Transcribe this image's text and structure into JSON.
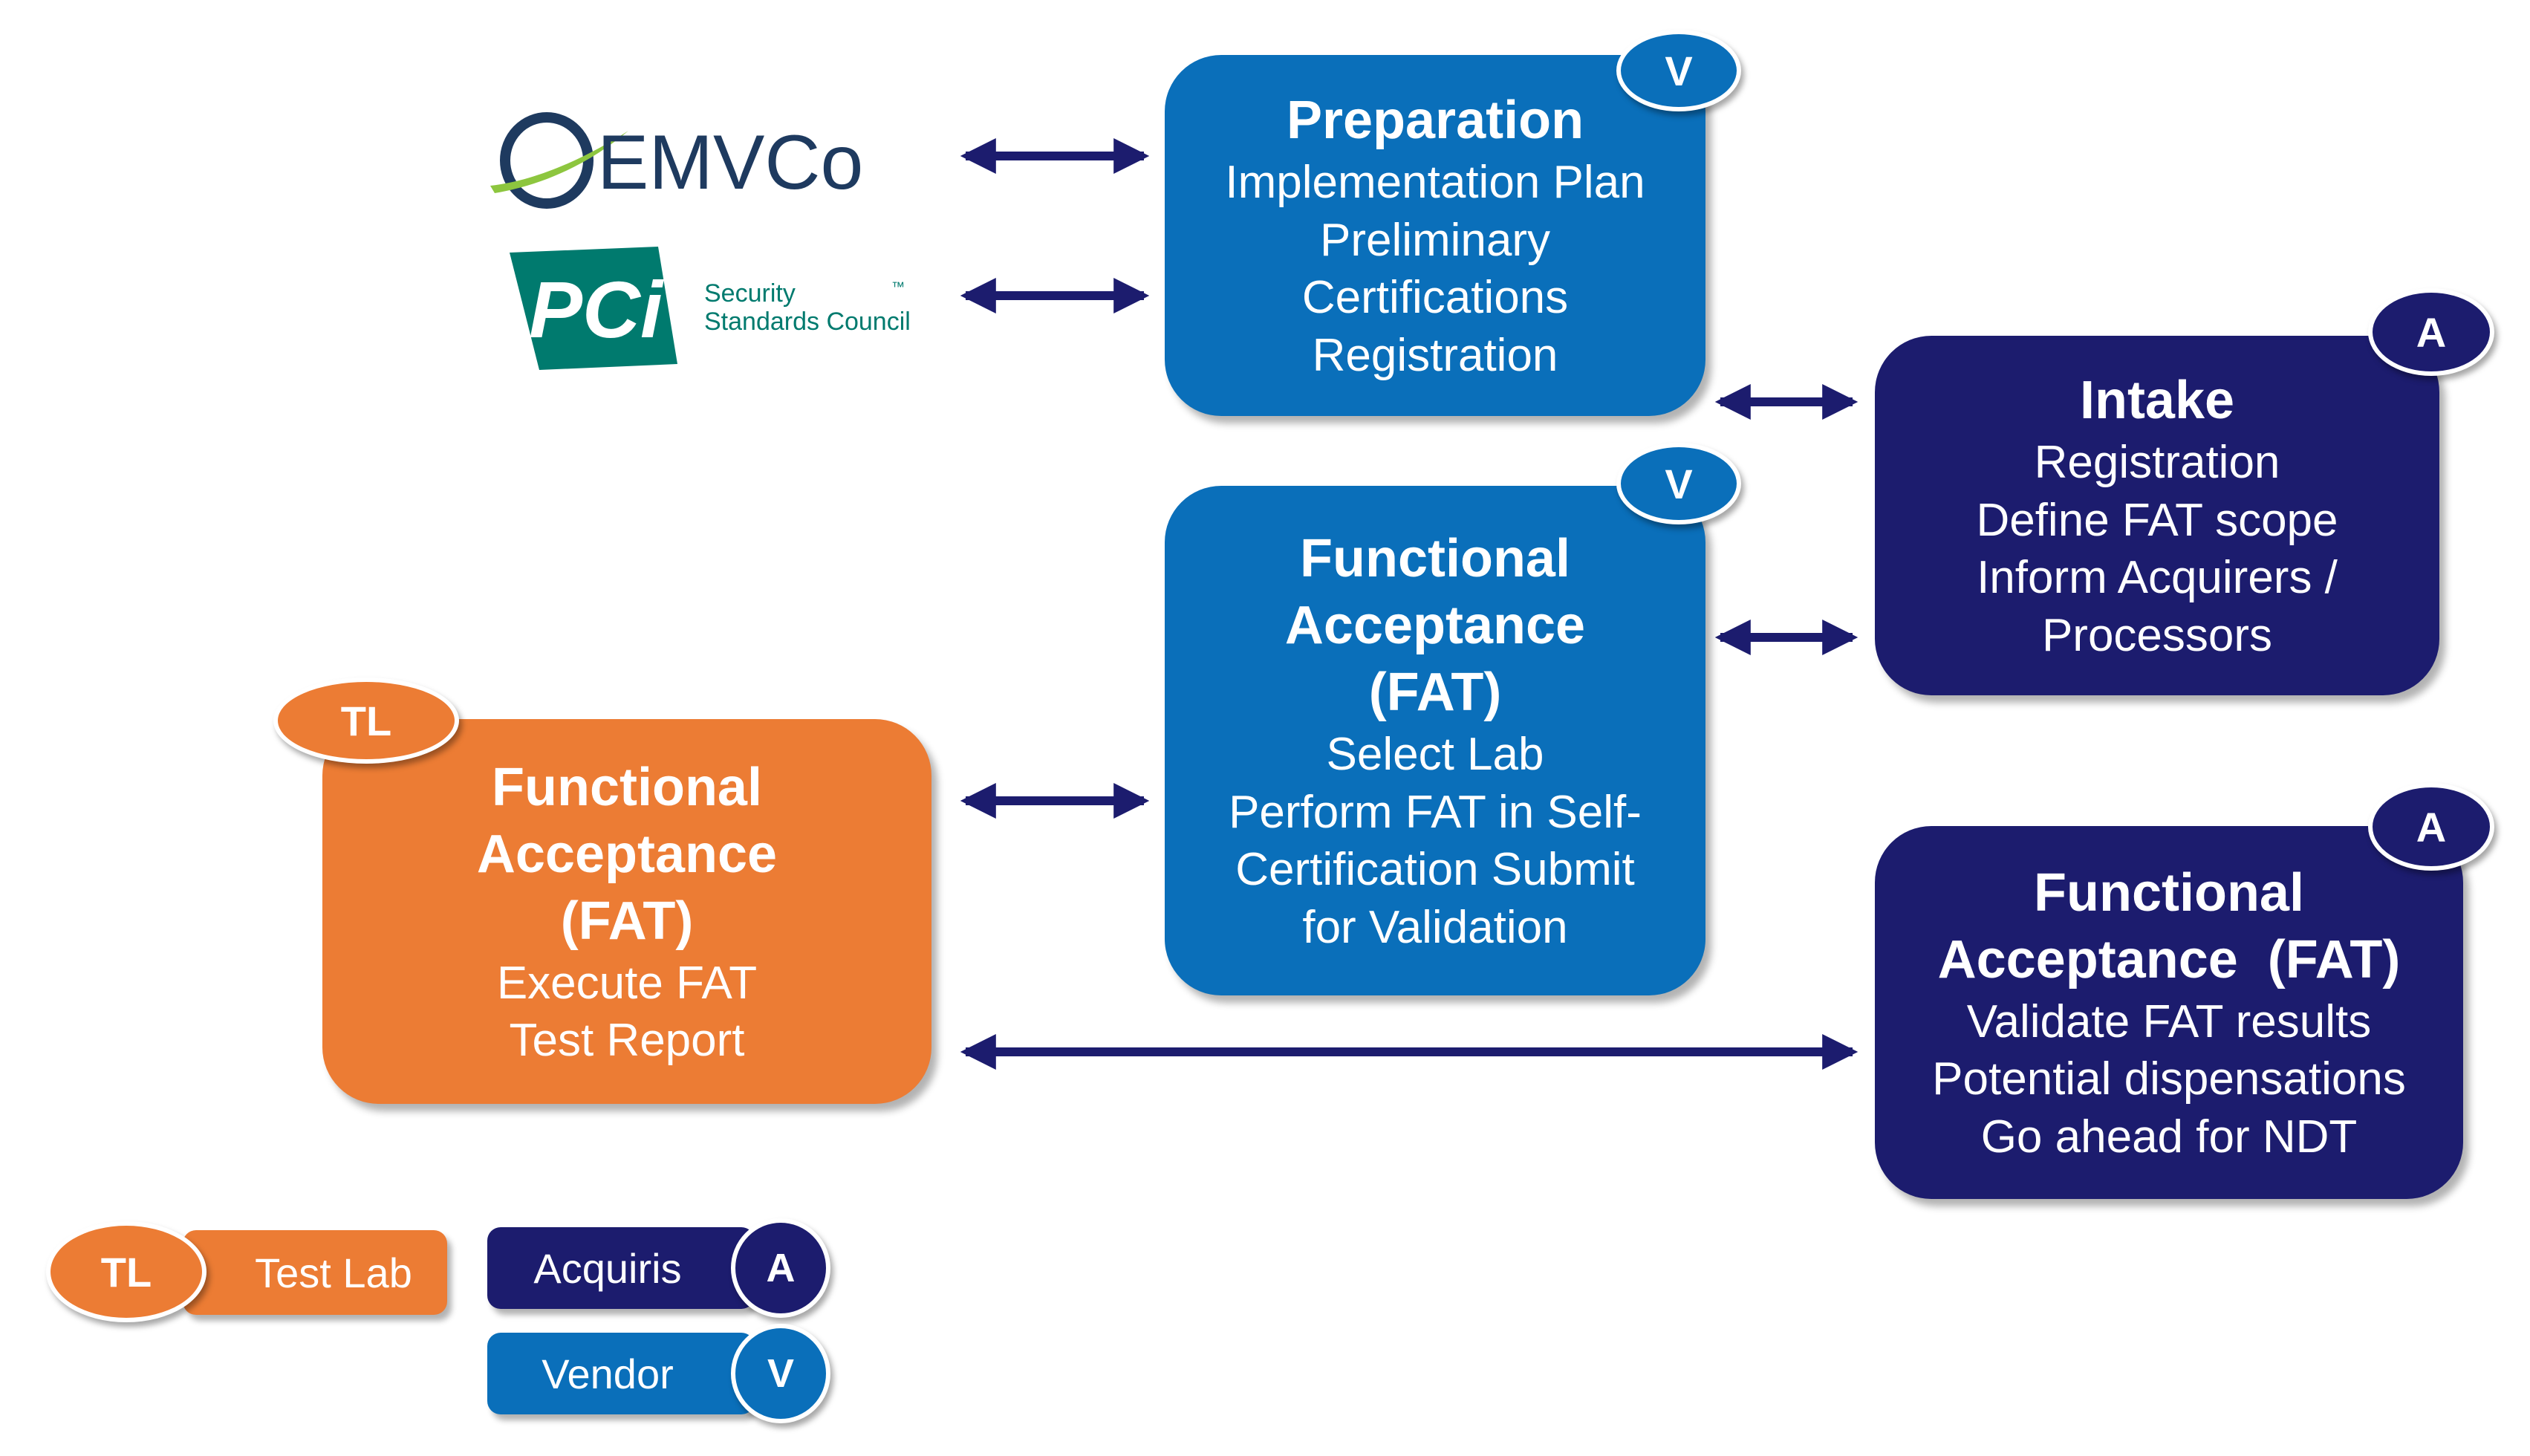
{
  "logos": {
    "emvco": "EMVCo",
    "pci_mark": "PCi",
    "pci_text_1": "Security",
    "pci_text_2": "Standards Council",
    "pci_tm": "™"
  },
  "boxes": {
    "preparation": {
      "title": "Preparation",
      "lines": [
        "Implementation Plan",
        "Preliminary",
        "Certifications",
        "Registration"
      ],
      "badge": "V"
    },
    "intake": {
      "title": "Intake",
      "lines": [
        "Registration",
        "Define FAT scope",
        "Inform Acquirers /",
        "Processors"
      ],
      "badge": "A"
    },
    "fat_vendor": {
      "title_lines": [
        "Functional",
        "Acceptance",
        "(FAT)"
      ],
      "lines": [
        "Select Lab",
        "Perform FAT in Self-",
        "Certification Submit",
        "for Validation"
      ],
      "badge": "V"
    },
    "fat_lab": {
      "title_lines": [
        "Functional",
        "Acceptance",
        "(FAT)"
      ],
      "lines": [
        "Execute FAT",
        "Test Report"
      ],
      "badge": "TL"
    },
    "fat_acquirer": {
      "title_lines": [
        "Functional",
        "Acceptance  (FAT)"
      ],
      "lines": [
        "Validate FAT results",
        "Potential dispensations",
        "Go ahead for NDT"
      ],
      "badge": "A"
    }
  },
  "legend": {
    "test_lab": {
      "badge": "TL",
      "label": "Test Lab"
    },
    "acquiris": {
      "badge": "A",
      "label": "Acquiris"
    },
    "vendor": {
      "badge": "V",
      "label": "Vendor"
    }
  },
  "colors": {
    "vendor": "#0a6fba",
    "acquirer": "#1c1c6e",
    "test_lab": "#ec7c34",
    "arrow": "#1c1c6e"
  }
}
